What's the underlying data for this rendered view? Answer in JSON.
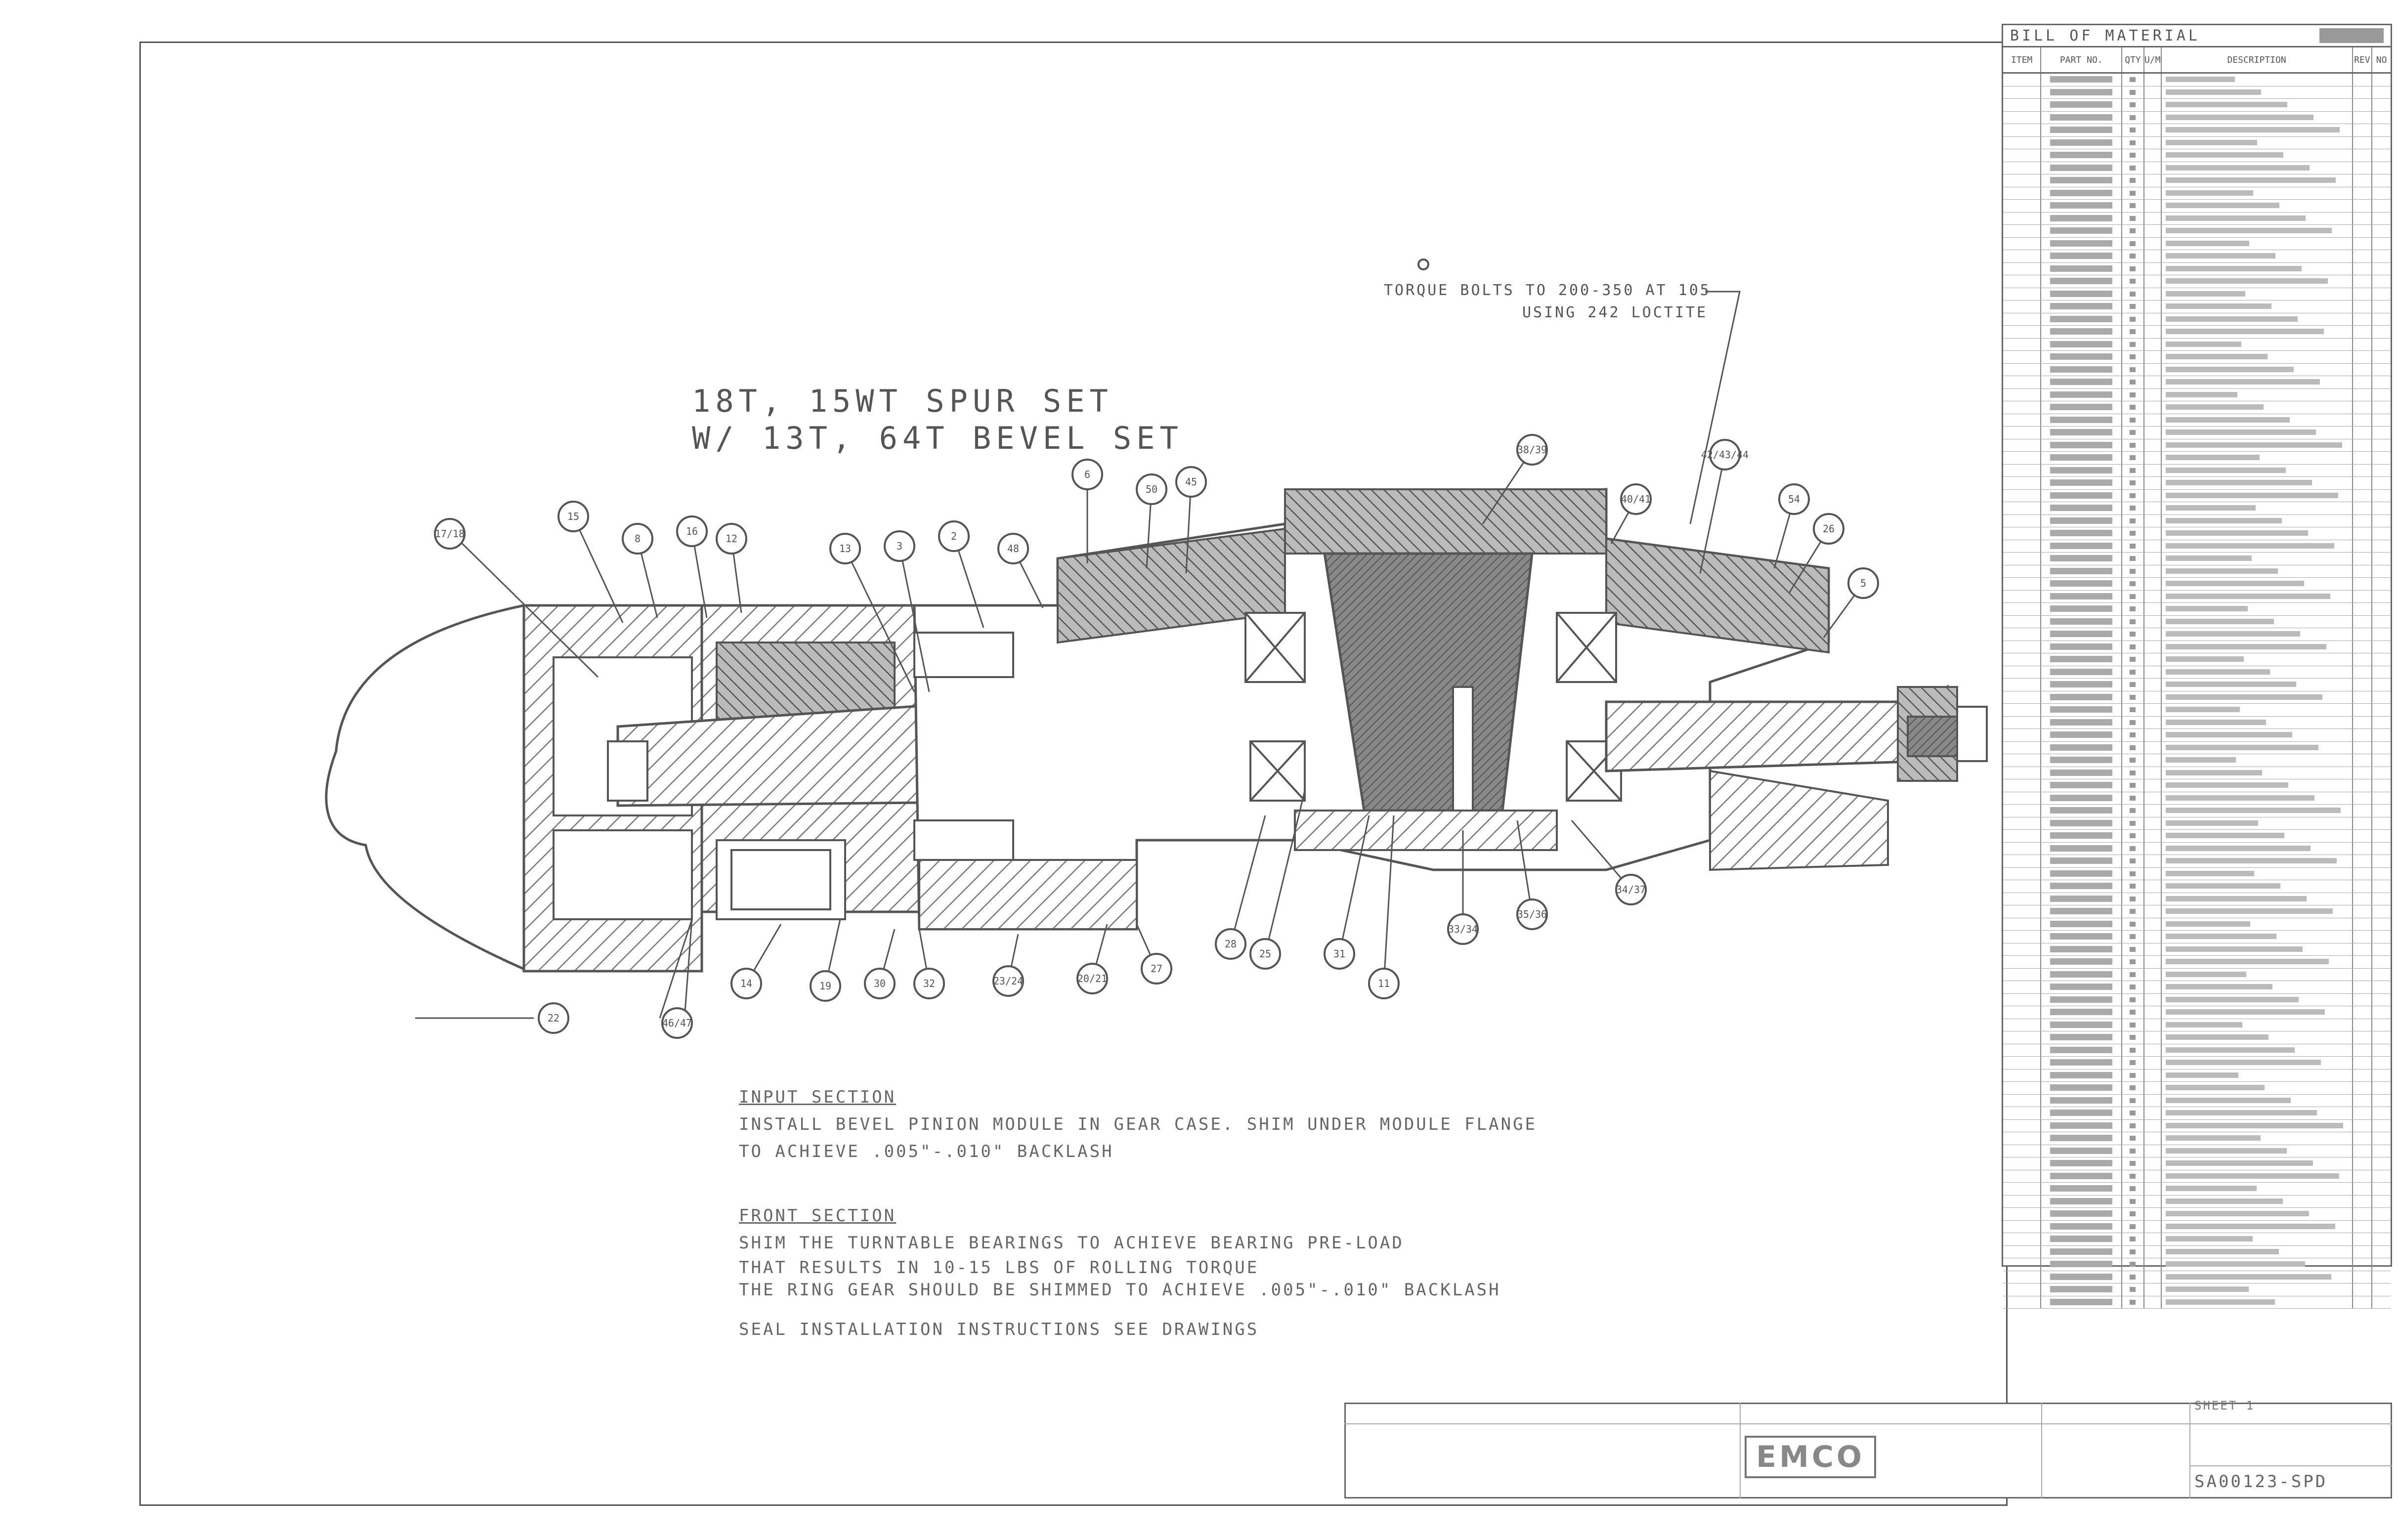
{
  "notes": {
    "set_line1": "18T, 15WT SPUR SET",
    "set_line2": "W/ 13T, 64T BEVEL SET",
    "torque_line1": "TORQUE BOLTS TO 200-350 AT 105",
    "torque_line2": "USING 242 LOCTITE",
    "input_head": "INPUT SECTION",
    "input_line1": "INSTALL BEVEL PINION MODULE IN GEAR CASE.  SHIM UNDER MODULE FLANGE",
    "input_line2": "TO ACHIEVE .005\"-.010\" BACKLASH",
    "front_head": "FRONT SECTION",
    "front_line1": "SHIM THE TURNTABLE BEARINGS TO ACHIEVE BEARING PRE-LOAD",
    "front_line2": "THAT RESULTS IN 10-15 LBS OF ROLLING TORQUE",
    "front_line3": "THE RING GEAR SHOULD BE SHIMMED TO ACHIEVE .005\"-.010\" BACKLASH",
    "seal_line": "SEAL INSTALLATION INSTRUCTIONS SEE DRAWINGS"
  },
  "bom": {
    "title": "BILL OF MATERIAL",
    "headers": [
      "ITEM",
      "PART NO.",
      "QTY",
      "U/M",
      "DESCRIPTION",
      "REV",
      "NO"
    ]
  },
  "callouts": [
    "17/18",
    "15",
    "8",
    "16",
    "12",
    "13",
    "3",
    "2",
    "48",
    "6",
    "50",
    "45",
    "38/39",
    "40/41",
    "42/43/44",
    "54",
    "26",
    "5",
    "14",
    "19",
    "30",
    "32",
    "23/24",
    "20/21",
    "27",
    "28",
    "25",
    "31",
    "11",
    "33/34",
    "35/36",
    "34/37",
    "46/47",
    "22"
  ],
  "title_block": {
    "logo": "EMCO",
    "drawing_number": "SA00123-SPD",
    "sheet": "SHEET 1"
  }
}
